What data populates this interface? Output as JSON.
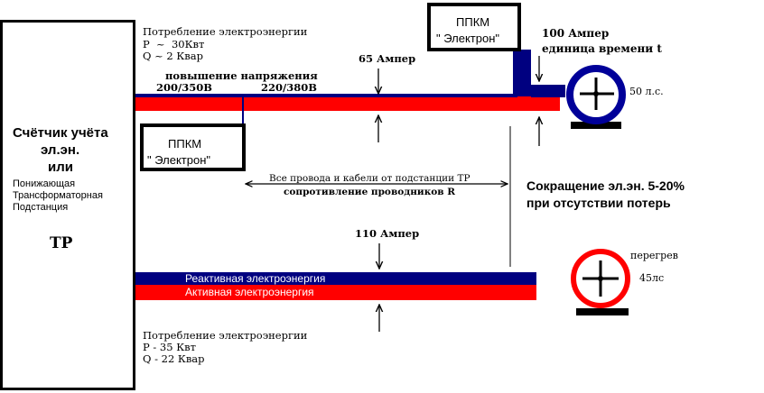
{
  "substation": {
    "line1": "Счётчик учёта",
    "line2": "эл.эн.",
    "line3": "или",
    "line4": "Понижающая",
    "line5": "Трансформаторная",
    "line6": "Подстанция",
    "code": "TP"
  },
  "top_consumption": {
    "title": "Потребление электроэнергии",
    "p": "P  ~  30Квт",
    "q": "Q ~ 2 Квар"
  },
  "voltage": {
    "label": "повышение напряжения",
    "left": "200/350В",
    "right": "220/380В"
  },
  "ppkm_top": {
    "line1": "ППКМ",
    "line2": "\" Электрон\""
  },
  "ppkm_mid": {
    "line1": "ППКМ",
    "line2": "\" Электрон\""
  },
  "current_top": "65 Ампер",
  "current_motor": {
    "line1": "100 Ампер",
    "line2": "единица времени t"
  },
  "motor_top_power": "50 л.с.",
  "wires_note": {
    "line1": "Все провода и кабели от подстанции ТР",
    "line2": "сопротивление проводников R"
  },
  "saving": {
    "line1": "Сокращение эл.эн. 5-20%",
    "line2": "при отсутствии потерь"
  },
  "current_bottom": "110 Ампер",
  "bus_bottom": {
    "reactive": "Реактивная электроэнергия",
    "active": "Активная электроэнергия"
  },
  "motor_bottom": {
    "status": "перегрев",
    "power": "45лс"
  },
  "bottom_consumption": {
    "title": "Потребление электроэнергии",
    "p": "P - 35 Квт",
    "q": "Q - 22 Квар"
  },
  "colors": {
    "red": "#ff0000",
    "navy": "#000080",
    "blue_ring": "#000099",
    "black": "#000000"
  }
}
